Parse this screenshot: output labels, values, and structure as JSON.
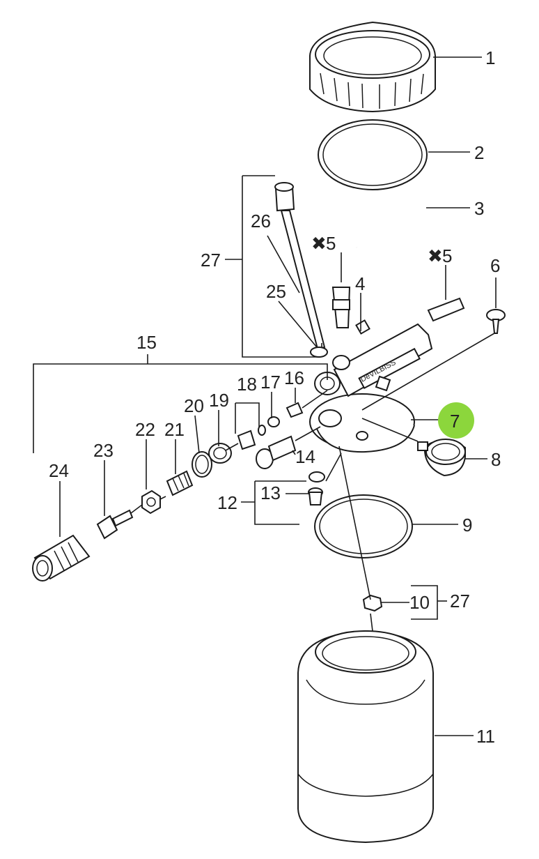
{
  "accent_color": "#8cd63c",
  "brand_text": "DeVILBISS",
  "highlighted_callout": "7",
  "callouts": {
    "c1": "1",
    "c2": "2",
    "c3": "3",
    "c4": "4",
    "c5a": "5",
    "c5b": "5",
    "c6": "6",
    "c7": "7",
    "c8": "8",
    "c9": "9",
    "c10": "10",
    "c11": "11",
    "c12": "12",
    "c13": "13",
    "c14": "14",
    "c15": "15",
    "c16": "16",
    "c17": "17",
    "c18": "18",
    "c19": "19",
    "c20": "20",
    "c21": "21",
    "c22": "22",
    "c23": "23",
    "c24": "24",
    "c25": "25",
    "c26": "26",
    "c27a": "27",
    "c27b": "27"
  },
  "marks": {
    "cross": "✖"
  }
}
